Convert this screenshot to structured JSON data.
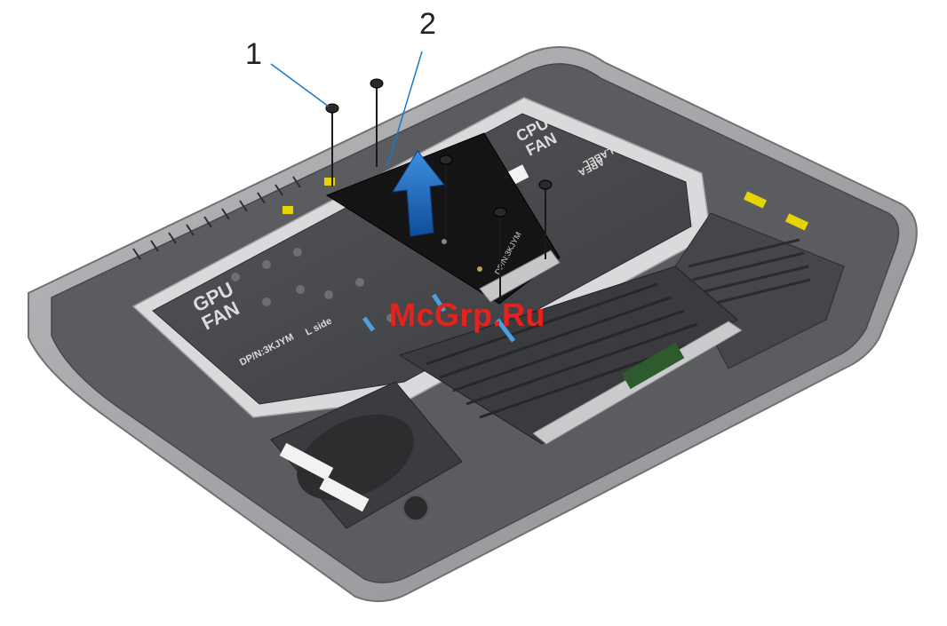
{
  "callouts": [
    {
      "number": "1"
    },
    {
      "number": "2"
    }
  ],
  "chassis_labels": {
    "gpu_fan": [
      "GPU",
      "FAN"
    ],
    "cpu_fan": [
      "CPU",
      "FAN"
    ],
    "label_area": [
      "LABEL",
      "AREA"
    ],
    "dp_code": "DP/N:3KJYM",
    "l_side": "L side",
    "board_code": "DP/N:3KJYM"
  },
  "watermark": "McGrp.Ru",
  "colors": {
    "chassis_fill": "#a7a9ab",
    "chassis_edge": "#6f7173",
    "panel_dark": "#3c3d3f",
    "foil": "#d9dadb",
    "module": "#141414",
    "arrow": "#1a6bbf",
    "callout_line": "#1b78c9",
    "watermark": "#e4231f",
    "sticker": "#e8d400"
  },
  "icons": [
    "screw-icon",
    "lift-arrow-icon"
  ]
}
